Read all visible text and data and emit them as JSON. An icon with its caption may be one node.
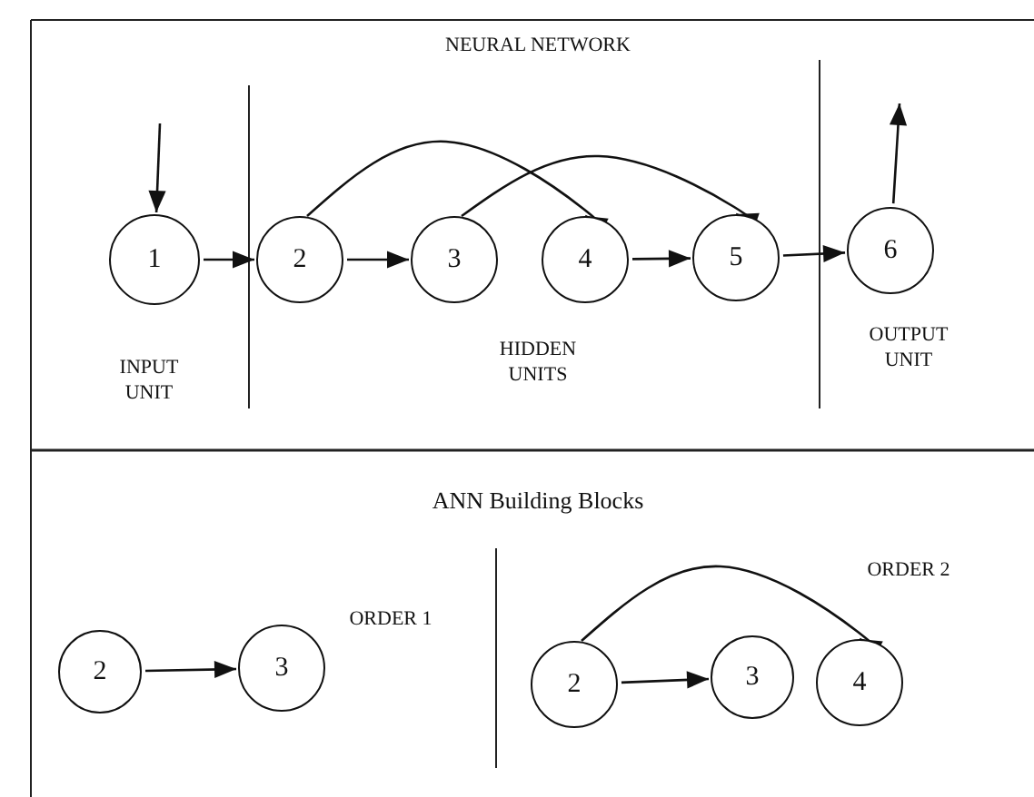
{
  "diagram": {
    "nodes": [
      {
        "text": [
          "1"
        ]
      },
      {
        "text": [
          "2"
        ]
      },
      {
        "text": [
          "3"
        ]
      },
      {
        "text": [
          "4"
        ]
      },
      {
        "text": [
          "5"
        ]
      },
      {
        "text": [
          "6"
        ]
      },
      {
        "text": [
          "2"
        ]
      },
      {
        "text": [
          "3"
        ]
      },
      {
        "text": [
          "2"
        ]
      },
      {
        "text": [
          "3"
        ]
      },
      {
        "text": [
          "4"
        ]
      }
    ],
    "edges": [
      {
        "from": null,
        "to": 0,
        "arrow": "to"
      },
      {
        "from": 0,
        "to": 1,
        "arrow": "to"
      },
      {
        "from": 1,
        "to": 2,
        "arrow": "to"
      },
      {
        "from": 1,
        "to": 3,
        "arrow": "to"
      },
      {
        "from": 2,
        "to": 4,
        "arrow": "to"
      },
      {
        "from": 3,
        "to": 4,
        "arrow": "to"
      },
      {
        "from": 4,
        "to": 5,
        "arrow": "to"
      },
      {
        "from": 5,
        "to": null,
        "arrow": "to"
      },
      {
        "from": 6,
        "to": 7,
        "arrow": "to"
      },
      {
        "from": 8,
        "to": 9,
        "arrow": "to"
      },
      {
        "from": 8,
        "to": 10,
        "arrow": "to"
      }
    ],
    "labels": [
      "NEURAL NETWORK",
      "INPUT UNIT",
      "HIDDEN UNITS",
      "OUTPUT UNIT",
      "ANN Building Blocks",
      "ORDER 1",
      "ORDER 2"
    ]
  }
}
